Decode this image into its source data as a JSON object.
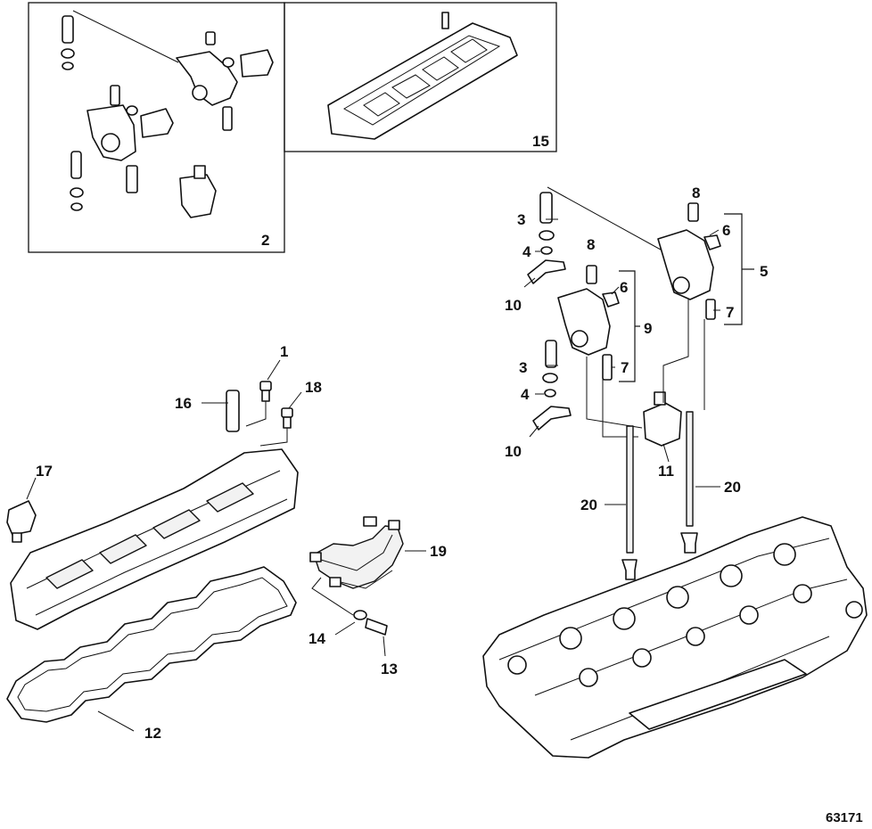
{
  "callouts": {
    "c1": "1",
    "c2": "2",
    "c3a": "3",
    "c3b": "3",
    "c4a": "4",
    "c4b": "4",
    "c5": "5",
    "c6a": "6",
    "c6b": "6",
    "c7a": "7",
    "c7b": "7",
    "c8a": "8",
    "c8b": "8",
    "c9": "9",
    "c10a": "10",
    "c10b": "10",
    "c11": "11",
    "c12": "12",
    "c13": "13",
    "c14": "14",
    "c15": "15",
    "c16": "16",
    "c17": "17",
    "c18": "18",
    "c19": "19",
    "c20a": "20",
    "c20b": "20"
  },
  "figure_number": "63171"
}
